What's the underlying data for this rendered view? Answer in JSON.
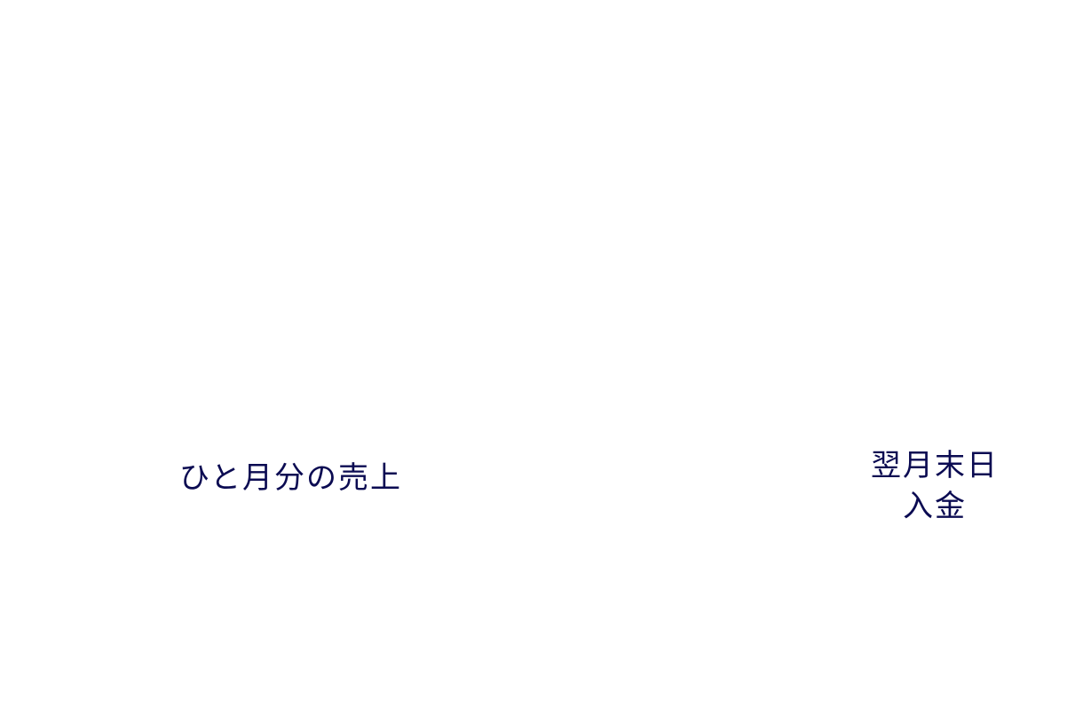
{
  "colors": {
    "background": "#ffffff",
    "text": "#0b0b52"
  },
  "nodes": {
    "monthly_sales": "ひと月分の売上",
    "payment": {
      "line1": "翌月末日",
      "line2": "入金"
    }
  }
}
